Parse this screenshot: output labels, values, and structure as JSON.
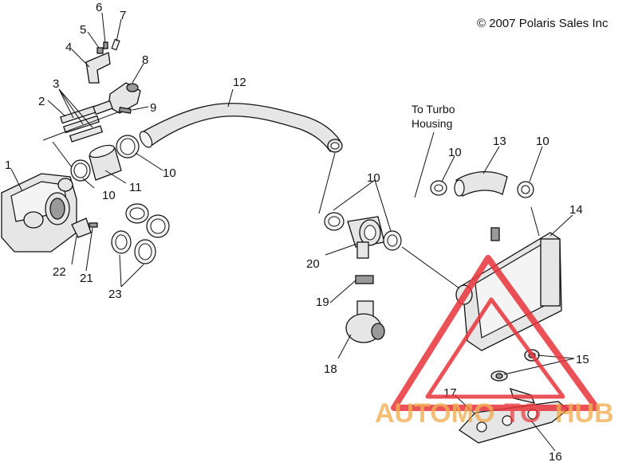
{
  "copyright": "© 2007 Polaris Sales Inc",
  "note_lines": [
    "To Turbo",
    "Housing"
  ],
  "callouts": {
    "c1": "1",
    "c2": "2",
    "c3": "3",
    "c4": "4",
    "c5": "5",
    "c6": "6",
    "c7": "7",
    "c8": "8",
    "c9": "9",
    "c10a": "10",
    "c10b": "10",
    "c10c": "10",
    "c10d": "10",
    "c10e": "10",
    "c11": "11",
    "c12": "12",
    "c13": "13",
    "c14": "14",
    "c15": "15",
    "c16": "16",
    "c17": "17",
    "c18": "18",
    "c19": "19",
    "c20": "20",
    "c21": "21",
    "c22": "22",
    "c23": "23"
  },
  "watermark": {
    "text_a": "AUTOMO",
    "text_b": "TO",
    "text_c": "HUB",
    "color_primary": "#f0a23a",
    "color_secondary": "#e8343a"
  }
}
